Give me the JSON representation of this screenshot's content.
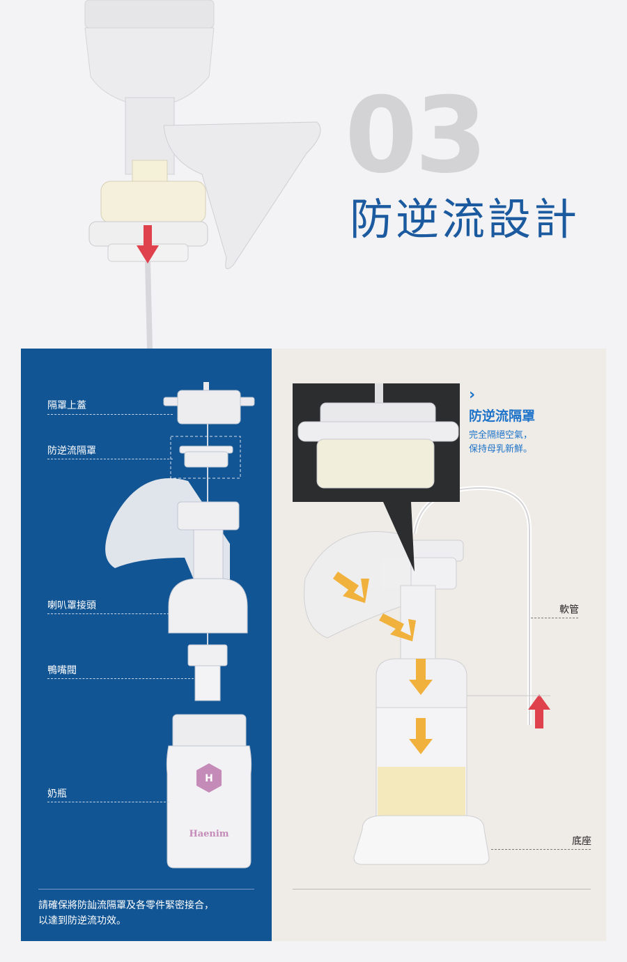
{
  "hero": {
    "number": "03",
    "title": "防逆流設計"
  },
  "parts": {
    "cover": "隔罩上蓋",
    "isolator": "防逆流隔罩",
    "connector": "喇叭罩接頭",
    "valve": "鴨嘴閥",
    "bottle": "奶瓶"
  },
  "bottle_brand": "Haenim",
  "left_note": {
    "line1": "請確保將防訕流隔罩及各零件緊密接合，",
    "line2": "以達到防逆流功效。"
  },
  "callout": {
    "chevron": "›",
    "title": "防逆流隔罩",
    "line1": "完全隔絕空氣，",
    "line2": "保持母乳新鮮。"
  },
  "right_labels": {
    "tube": "軟管",
    "base": "底座"
  },
  "colors": {
    "panel_blue": "#125595",
    "title_blue": "#1b5a9e",
    "accent_blue": "#1d73c9",
    "arrow_red": "#e0424d",
    "arrow_yellow": "#f0b13d"
  }
}
